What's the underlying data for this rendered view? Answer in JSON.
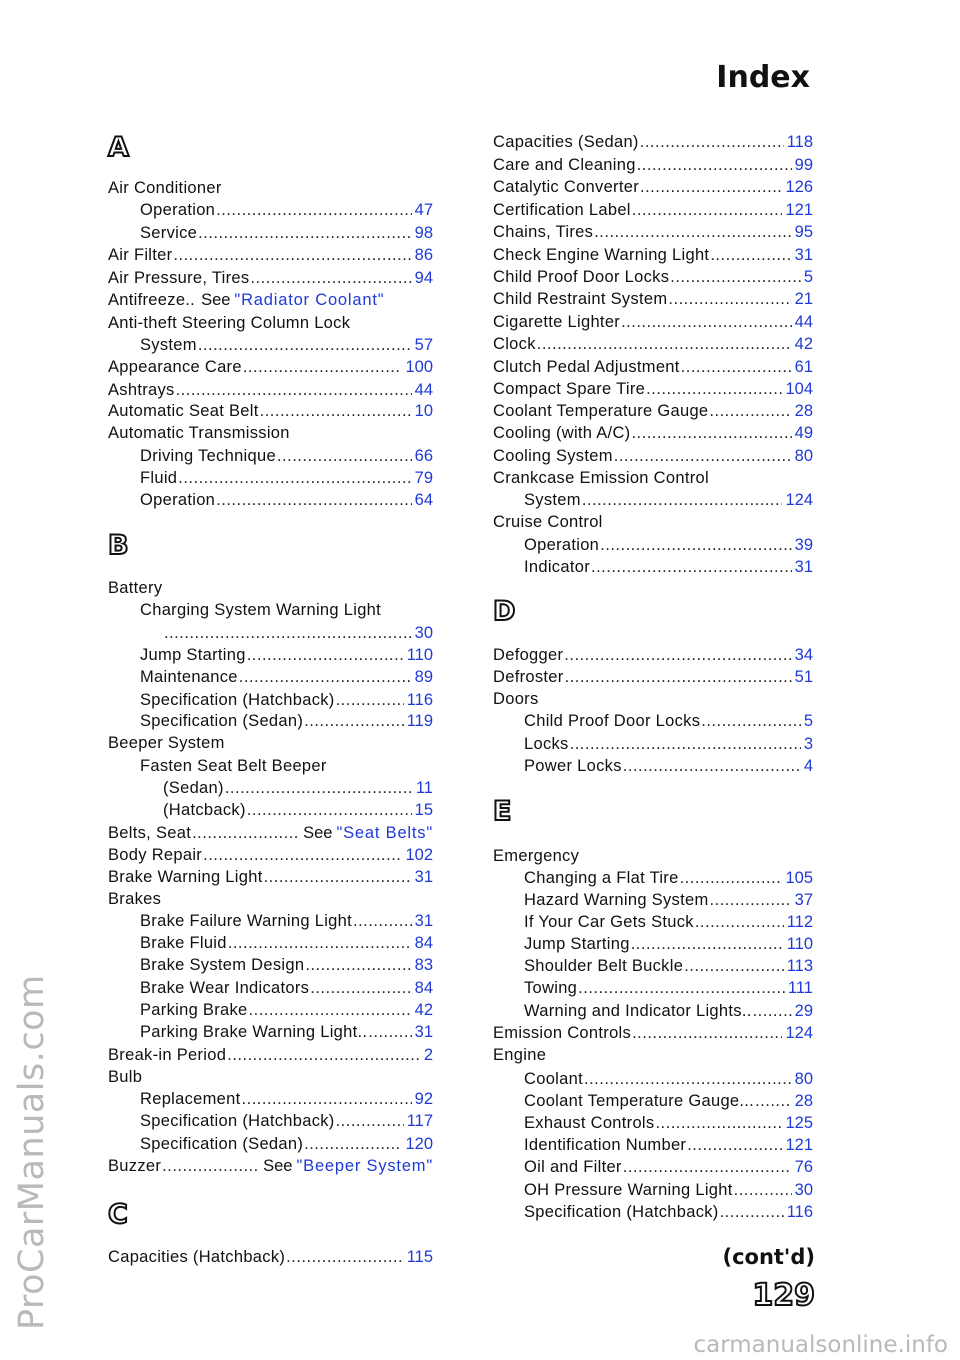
{
  "watermark": {
    "side": "ProCarManuals.com",
    "bottom": "carmanualsonline.info"
  },
  "page_title": "Index",
  "contd": "(cont'd)",
  "page_number": "129",
  "left": [
    {
      "type": "letter",
      "text": "A"
    },
    {
      "type": "entry",
      "text": "Air  Conditioner"
    },
    {
      "type": "entry",
      "text": "Operation",
      "page": "47",
      "indent": 1
    },
    {
      "type": "entry",
      "text": "Service",
      "page": "98",
      "indent": 1
    },
    {
      "type": "entry",
      "text": "Air Filter",
      "page": "86"
    },
    {
      "type": "entry",
      "text": "Air  Pressure,  Tires",
      "page": "94"
    },
    {
      "type": "entry",
      "text": "Antifreeze..",
      "see": "See",
      "ref": "\"Radiator Coolant\""
    },
    {
      "type": "entry",
      "text": "Anti-theft  Steering  Column  Lock"
    },
    {
      "type": "entry",
      "text": "System",
      "page": "57",
      "indent": 1
    },
    {
      "type": "entry",
      "text": "Appearance Care",
      "page": "100"
    },
    {
      "type": "entry",
      "text": "Ashtrays",
      "page": "44"
    },
    {
      "type": "entry",
      "text": "Automatic Seat Belt",
      "page": "10"
    },
    {
      "type": "entry",
      "text": "Automatic  Transmission"
    },
    {
      "type": "entry",
      "text": "Driving  Technique",
      "page": "66",
      "indent": 1
    },
    {
      "type": "entry",
      "text": "Fluid",
      "page": "79",
      "indent": 1
    },
    {
      "type": "entry",
      "text": "Operation",
      "page": "64",
      "indent": 1
    },
    {
      "type": "letter",
      "text": "B"
    },
    {
      "type": "entry",
      "text": "Battery"
    },
    {
      "type": "entry",
      "text": "Charging System Warning Light",
      "indent": 1
    },
    {
      "type": "entry",
      "text": "",
      "page": "30",
      "indent": 2
    },
    {
      "type": "entry",
      "text": "Jump  Starting",
      "page": "110",
      "indent": 1
    },
    {
      "type": "entry",
      "text": "Maintenance",
      "page": "89",
      "indent": 1
    },
    {
      "type": "entry",
      "text": "Specification  (Hatchback)",
      "page": "116",
      "indent": 1
    },
    {
      "type": "entry",
      "text": "Specification (Sedan)",
      "page": "119",
      "indent": 1
    },
    {
      "type": "entry",
      "text": "Beeper System"
    },
    {
      "type": "entry",
      "text": "Fasten Seat Belt Beeper",
      "indent": 1
    },
    {
      "type": "entry",
      "text": "(Sedan)",
      "page": "11",
      "indent": 2
    },
    {
      "type": "entry",
      "text": "(Hatcback)",
      "page": "15",
      "indent": 2
    },
    {
      "type": "entry",
      "text": "Belts, Seat",
      "see": "See",
      "ref": "\"Seat Belts\""
    },
    {
      "type": "entry",
      "text": "Body  Repair",
      "page": "102"
    },
    {
      "type": "entry",
      "text": "Brake Warning Light",
      "page": "31"
    },
    {
      "type": "entry",
      "text": "Brakes"
    },
    {
      "type": "entry",
      "text": "Brake Failure Warning Light",
      "page": "31",
      "indent": 1
    },
    {
      "type": "entry",
      "text": "Brake Fluid",
      "page": "84",
      "indent": 1
    },
    {
      "type": "entry",
      "text": "Brake System Design",
      "page": "83",
      "indent": 1
    },
    {
      "type": "entry",
      "text": "Brake  Wear  Indicators",
      "page": "84",
      "indent": 1
    },
    {
      "type": "entry",
      "text": "Parking Brake",
      "page": "42",
      "indent": 1
    },
    {
      "type": "entry",
      "text": "Parking Brake Warning Light..",
      "page": "31",
      "indent": 1
    },
    {
      "type": "entry",
      "text": "Break-in Period",
      "page": "2"
    },
    {
      "type": "entry",
      "text": "Bulb"
    },
    {
      "type": "entry",
      "text": "Replacement",
      "page": "92",
      "indent": 1
    },
    {
      "type": "entry",
      "text": "Specification  (Hatchback)",
      "page": "117",
      "indent": 1
    },
    {
      "type": "entry",
      "text": "Specification (Sedan)",
      "page": "120",
      "indent": 1
    },
    {
      "type": "entry",
      "text": "Buzzer",
      "see": "See",
      "ref": "\"Beeper System\""
    },
    {
      "type": "letter",
      "text": "C"
    },
    {
      "type": "entry",
      "text": "Capacities  (Hatchback)",
      "page": "115"
    }
  ],
  "right": [
    {
      "type": "entry",
      "text": "Capacities (Sedan)",
      "page": "118"
    },
    {
      "type": "entry",
      "text": "Care and Cleaning",
      "page": "99"
    },
    {
      "type": "entry",
      "text": "Catalytic  Converter",
      "page": "126"
    },
    {
      "type": "entry",
      "text": "Certification Label",
      "page": "121"
    },
    {
      "type": "entry",
      "text": "Chains,  Tires",
      "page": "95"
    },
    {
      "type": "entry",
      "text": "Check  Engine Warning  Light",
      "page": "31"
    },
    {
      "type": "entry",
      "text": "Child Proof Door Locks",
      "page": "5"
    },
    {
      "type": "entry",
      "text": "Child Restraint System",
      "page": "21"
    },
    {
      "type": "entry",
      "text": "Cigarette  Lighter",
      "page": "44"
    },
    {
      "type": "entry",
      "text": "Clock",
      "page": "42"
    },
    {
      "type": "entry",
      "text": "Clutch  Pedal Adjustment",
      "page": "61"
    },
    {
      "type": "entry",
      "text": "Compact Spare Tire",
      "page": "104"
    },
    {
      "type": "entry",
      "text": "Coolant Temperature Gauge",
      "page": "28"
    },
    {
      "type": "entry",
      "text": "Cooling  (with A/C)",
      "page": "49"
    },
    {
      "type": "entry",
      "text": "Cooling System",
      "page": "80"
    },
    {
      "type": "entry",
      "text": "Crankcase Emission Control"
    },
    {
      "type": "entry",
      "text": "System",
      "page": "124",
      "indent": 1
    },
    {
      "type": "entry",
      "text": "Cruise  Control"
    },
    {
      "type": "entry",
      "text": "Operation",
      "page": "39",
      "indent": 1
    },
    {
      "type": "entry",
      "text": "Indicator",
      "page": "31",
      "indent": 1
    },
    {
      "type": "letter",
      "text": "D"
    },
    {
      "type": "entry",
      "text": "Defogger",
      "page": "34"
    },
    {
      "type": "entry",
      "text": "Defroster",
      "page": "51"
    },
    {
      "type": "entry",
      "text": "Doors"
    },
    {
      "type": "entry",
      "text": "Child Proof Door Locks",
      "page": "5",
      "indent": 1
    },
    {
      "type": "entry",
      "text": "Locks",
      "page": "3",
      "indent": 1
    },
    {
      "type": "entry",
      "text": "Power  Locks",
      "page": "4",
      "indent": 1
    },
    {
      "type": "letter",
      "text": "E"
    },
    {
      "type": "entry",
      "text": "Emergency"
    },
    {
      "type": "entry",
      "text": "Changing a Flat Tire",
      "page": "105",
      "indent": 1
    },
    {
      "type": "entry",
      "text": "Hazard Warning System",
      "page": "37",
      "indent": 1
    },
    {
      "type": "entry",
      "text": "If Your Car Gets Stuck",
      "page": "112",
      "indent": 1
    },
    {
      "type": "entry",
      "text": "Jump Starting",
      "page": "110",
      "indent": 1
    },
    {
      "type": "entry",
      "text": "Shoulder Belt Buckle",
      "page": "113",
      "indent": 1
    },
    {
      "type": "entry",
      "text": "Towing",
      "page": "111",
      "indent": 1
    },
    {
      "type": "entry",
      "text": "Warning and Indicator Lights..",
      "page": "29",
      "indent": 1
    },
    {
      "type": "entry",
      "text": "Emission Controls",
      "page": "124"
    },
    {
      "type": "entry",
      "text": "Engine"
    },
    {
      "type": "entry",
      "text": "Coolant",
      "page": "80",
      "indent": 1
    },
    {
      "type": "entry",
      "text": "Coolant Temperature Gauge...",
      "page": "28",
      "indent": 1
    },
    {
      "type": "entry",
      "text": "Exhaust  Controls",
      "page": "125",
      "indent": 1
    },
    {
      "type": "entry",
      "text": "Identification  Number",
      "page": "121",
      "indent": 1
    },
    {
      "type": "entry",
      "text": "Oil and Filter",
      "page": "76",
      "indent": 1
    },
    {
      "type": "entry",
      "text": "OH Pressure Warning Light",
      "page": "30",
      "indent": 1
    },
    {
      "type": "entry",
      "text": "Specification  (Hatchback)",
      "page": "116",
      "indent": 1
    }
  ]
}
